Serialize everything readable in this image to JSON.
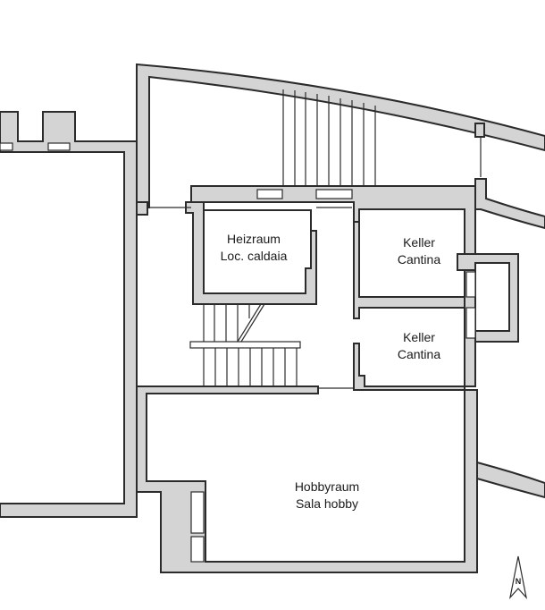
{
  "rooms": [
    {
      "id": "heizraum",
      "line1": "Heizraum",
      "line2": "Loc. caldaia"
    },
    {
      "id": "keller-top",
      "line1": "Keller",
      "line2": "Cantina"
    },
    {
      "id": "keller-bottom",
      "line1": "Keller",
      "line2": "Cantina"
    },
    {
      "id": "hobbyraum",
      "line1": "Hobbyraum",
      "line2": "Sala hobby"
    }
  ],
  "compass": {
    "letter": "N"
  },
  "colors": {
    "wall_fill": "#d4d4d4",
    "line": "#2b2b2b",
    "background": "#ffffff"
  }
}
